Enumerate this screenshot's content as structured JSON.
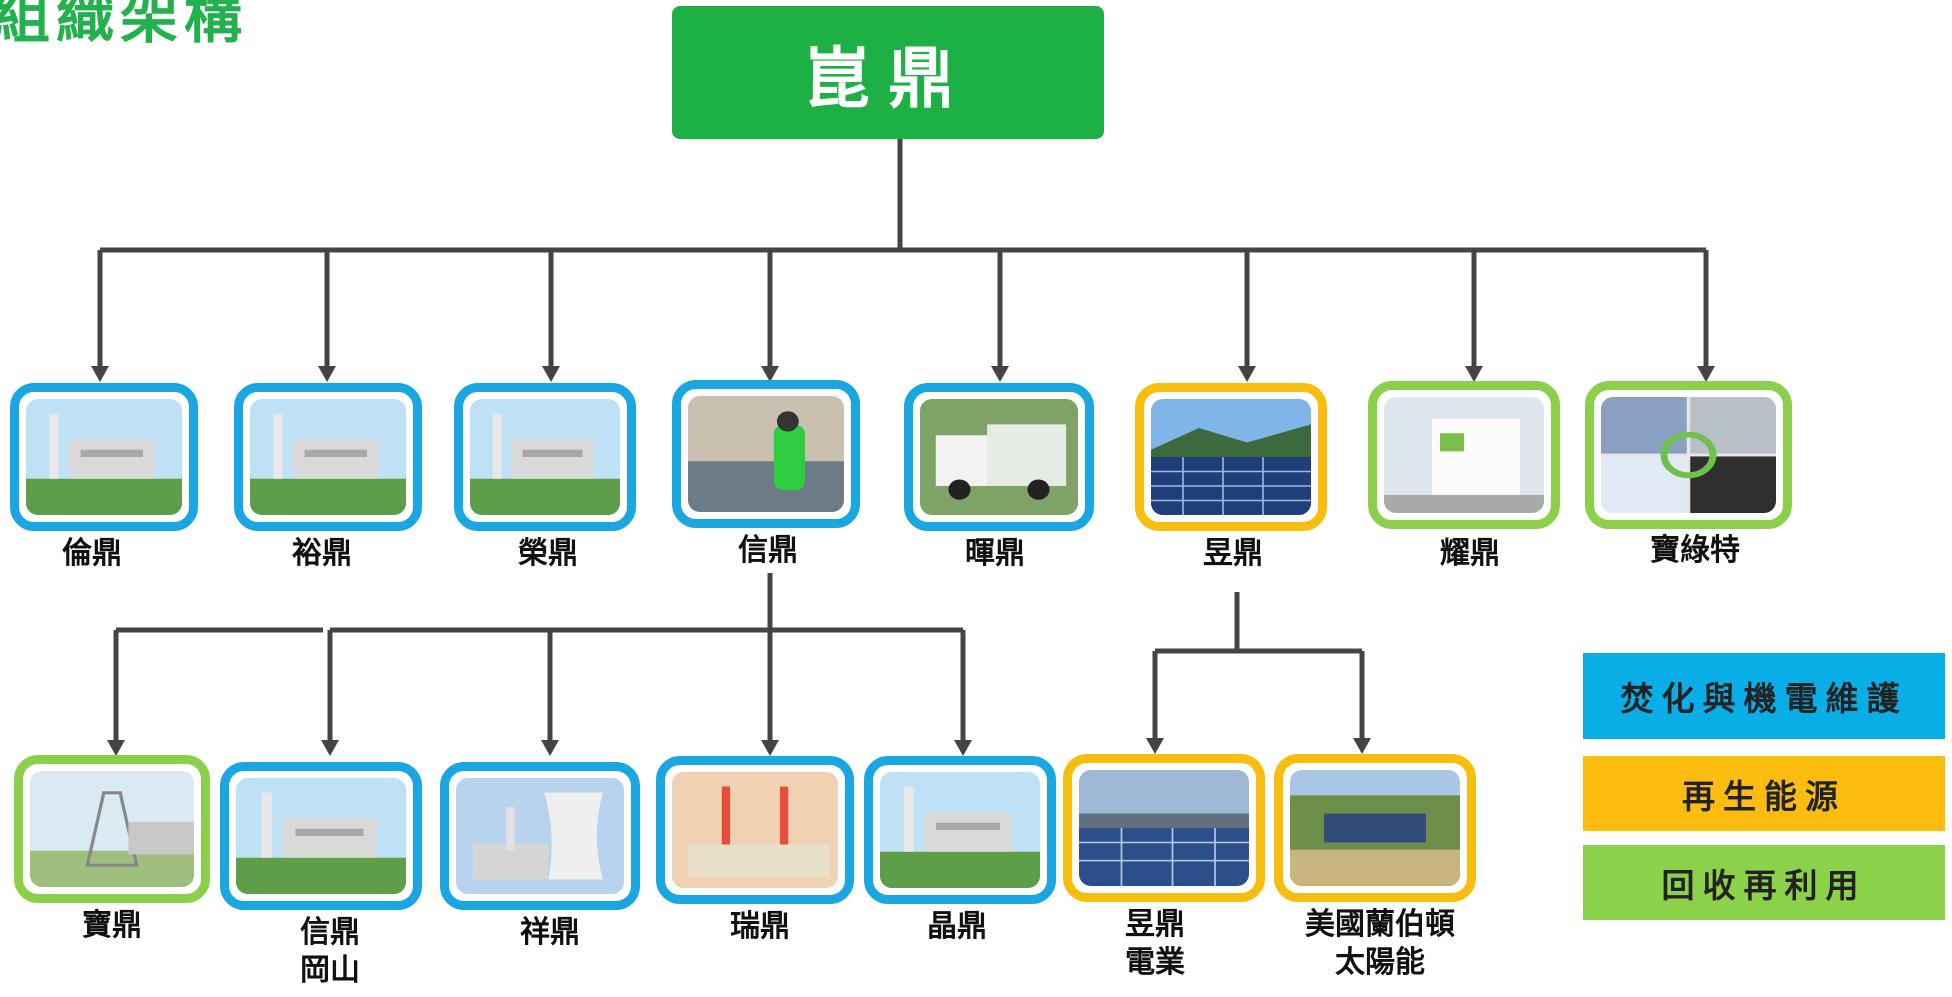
{
  "title": "組織架構",
  "top": {
    "name": "崑鼎"
  },
  "colors": {
    "blue": "#1aa6e0",
    "yellow": "#f8be0f",
    "green": "#8ccf4a",
    "top_green": "#1db045",
    "connector": "#444444"
  },
  "tier1": [
    {
      "name": "倫鼎",
      "category": "blue",
      "image": "incinerator-plant-photo"
    },
    {
      "name": "裕鼎",
      "category": "blue",
      "image": "incinerator-plant-photo"
    },
    {
      "name": "榮鼎",
      "category": "blue",
      "image": "incinerator-plant-photo"
    },
    {
      "name": "信鼎",
      "category": "blue",
      "image": "control-room-operator-photo"
    },
    {
      "name": "暉鼎",
      "category": "blue",
      "image": "garbage-truck-photo"
    },
    {
      "name": "昱鼎",
      "category": "yellow",
      "image": "solar-panels-photo"
    },
    {
      "name": "耀鼎",
      "category": "green",
      "image": "recycling-building-photo"
    },
    {
      "name": "寶綠特",
      "category": "green",
      "image": "plastic-recycling-photo"
    }
  ],
  "tier2_xin": [
    {
      "name": "寶鼎",
      "category": "green",
      "image": "park-sculpture-photo"
    },
    {
      "name": "信鼎\n岡山",
      "category": "blue",
      "image": "incinerator-plant-photo"
    },
    {
      "name": "祥鼎",
      "category": "blue",
      "image": "cooling-tower-photo"
    },
    {
      "name": "瑞鼎",
      "category": "blue",
      "image": "power-plant-chimney-photo"
    },
    {
      "name": "晶鼎",
      "category": "blue",
      "image": "incinerator-plant-photo"
    }
  ],
  "tier2_yu": [
    {
      "name": "昱鼎\n電業",
      "category": "yellow",
      "image": "rooftop-solar-photo"
    },
    {
      "name": "美國蘭伯頓\n太陽能",
      "category": "yellow",
      "image": "solar-farm-photo"
    }
  ],
  "legend": [
    {
      "label": "焚化與機電維護",
      "color": "#0aaee6"
    },
    {
      "label": "再生能源",
      "color": "#fdbd10"
    },
    {
      "label": "回收再利用",
      "color": "#8cd14a"
    }
  ]
}
